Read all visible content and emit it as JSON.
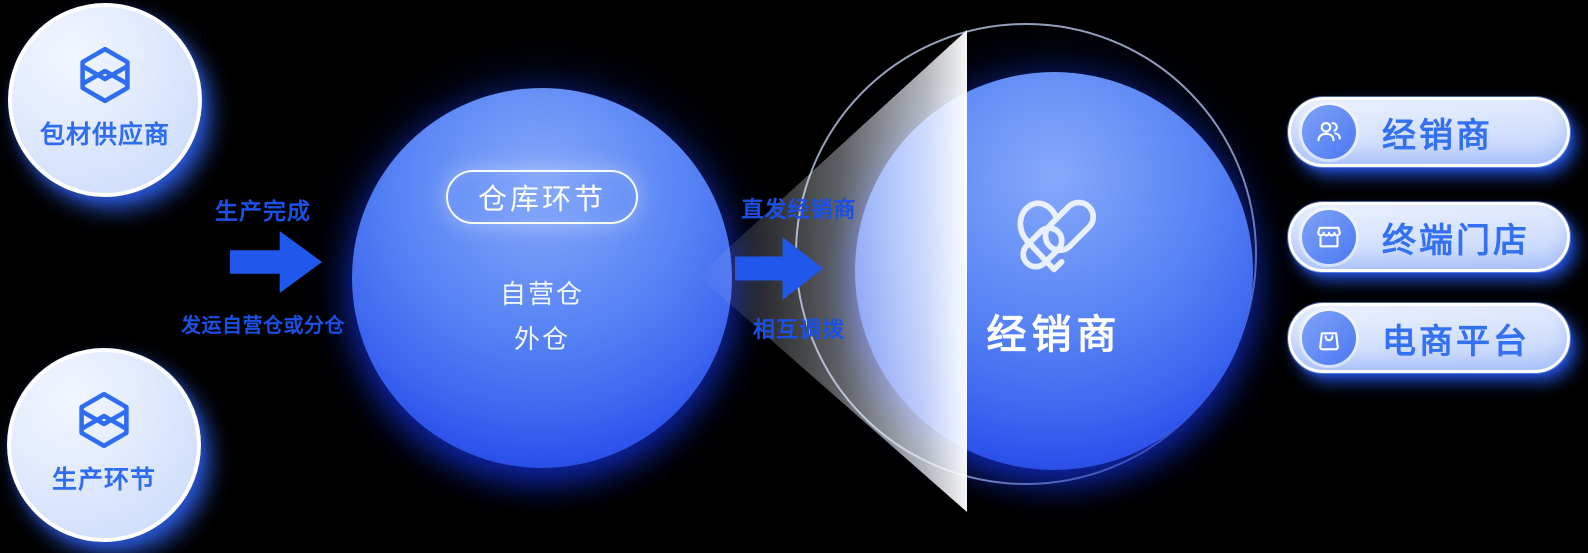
{
  "diagram": {
    "background": "#000000",
    "accent_blue": "#2e6cf0",
    "label_blue": "#1b50e6",
    "circle_fill_top": "#86a9fa",
    "circle_fill_bottom": "#101f9c"
  },
  "nodes": {
    "packaging_supplier": {
      "label": "包材供应商",
      "icon": "hexagon-box-icon"
    },
    "production": {
      "label": "生产环节",
      "icon": "hexagon-box-icon"
    },
    "warehouse": {
      "badge": "仓库环节",
      "items": [
        "自营仓",
        "外仓"
      ]
    },
    "distributor_hub": {
      "label": "经销商",
      "icon": "heart-handshake-icon"
    }
  },
  "flows": {
    "produce_to_warehouse": {
      "top_label": "生产完成",
      "bottom_label": "发运自营仓或分仓"
    },
    "warehouse_to_hub": {
      "top_label": "直发经销商",
      "bottom_label": "相互调拨"
    }
  },
  "channels": [
    {
      "label": "经销商",
      "icon": "users-icon"
    },
    {
      "label": "终端门店",
      "icon": "storefront-icon"
    },
    {
      "label": "电商平台",
      "icon": "shopping-bag-icon"
    }
  ]
}
